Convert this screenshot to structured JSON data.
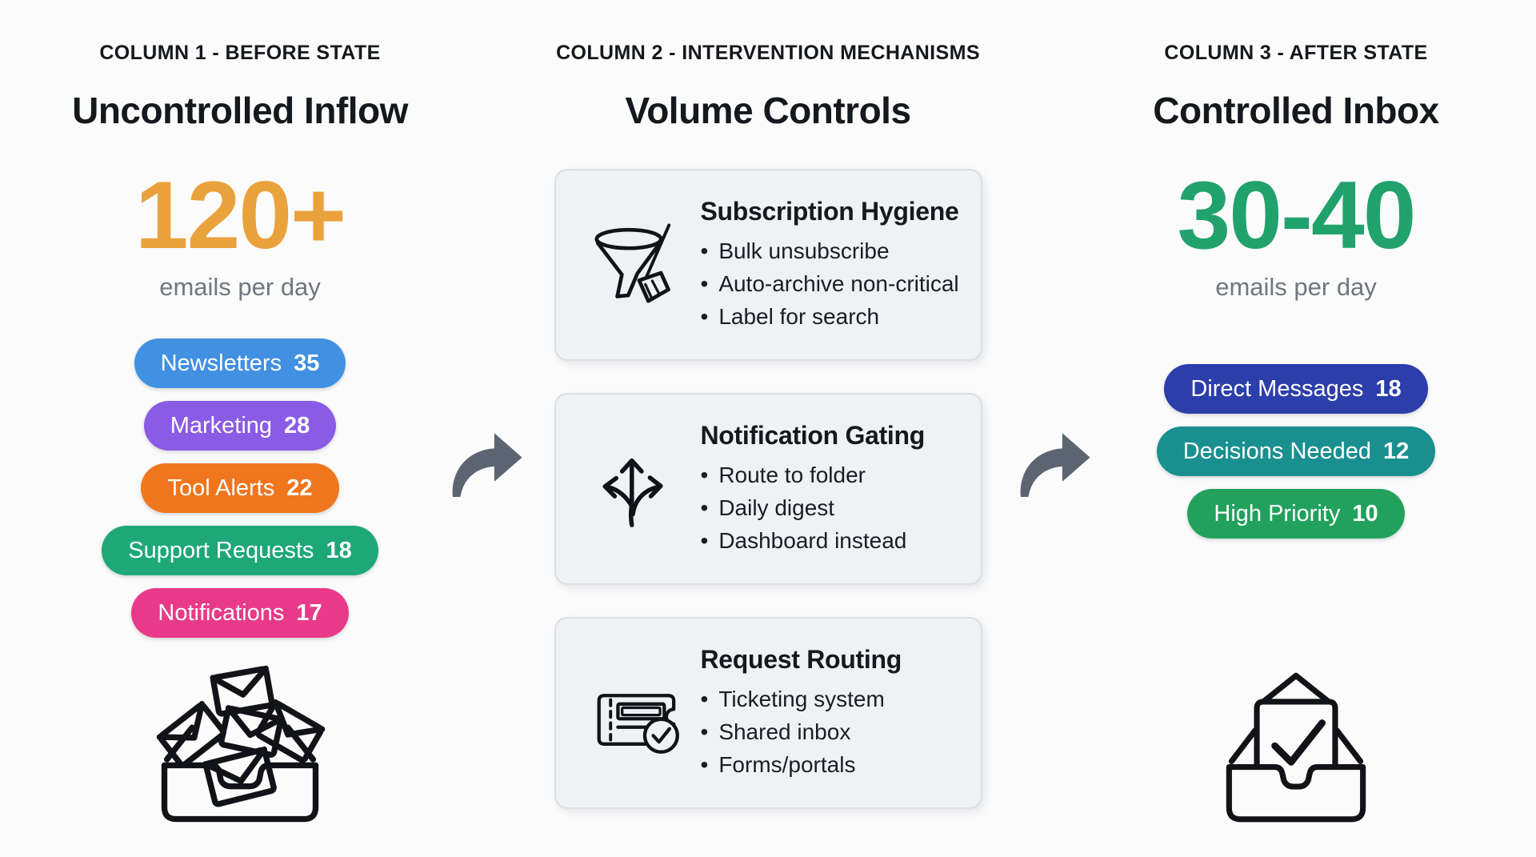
{
  "page": {
    "background": "#FBFBFB",
    "text_color": "#15181D",
    "muted_text_color": "#71767F"
  },
  "columns": {
    "before": {
      "label": "COLUMN 1 - BEFORE STATE",
      "title": "Uncontrolled Inflow",
      "metric": {
        "value": "120+",
        "caption": "emails per day",
        "color": "#E9A23C"
      },
      "badges": [
        {
          "label": "Newsletters",
          "count": "35",
          "color": "#4190E2"
        },
        {
          "label": "Marketing",
          "count": "28",
          "color": "#8A5BE4"
        },
        {
          "label": "Tool Alerts",
          "count": "22",
          "color": "#F0761E"
        },
        {
          "label": "Support Requests",
          "count": "18",
          "color": "#1EA878"
        },
        {
          "label": "Notifications",
          "count": "17",
          "color": "#E83A88"
        }
      ],
      "icon": "overflowing-inbox-icon"
    },
    "interventions": {
      "label": "COLUMN 2 - INTERVENTION MECHANISMS",
      "title": "Volume Controls",
      "cards": [
        {
          "icon": "funnel-broom-icon",
          "title": "Subscription Hygiene",
          "bullets": [
            "Bulk unsubscribe",
            "Auto-archive non-critical",
            "Label for search"
          ]
        },
        {
          "icon": "branching-arrows-icon",
          "title": "Notification Gating",
          "bullets": [
            "Route to folder",
            "Daily digest",
            "Dashboard instead"
          ]
        },
        {
          "icon": "ticket-check-icon",
          "title": "Request Routing",
          "bullets": [
            "Ticketing system",
            "Shared inbox",
            "Forms/portals"
          ]
        }
      ],
      "card_background": "#EFF1F5",
      "card_border": "#DCDFE6"
    },
    "after": {
      "label": "COLUMN 3 - AFTER STATE",
      "title": "Controlled Inbox",
      "metric": {
        "value": "30-40",
        "caption": "emails per day",
        "color": "#21A26C"
      },
      "badges": [
        {
          "label": "Direct Messages",
          "count": "18",
          "color": "#2C3EA9"
        },
        {
          "label": "Decisions Needed",
          "count": "12",
          "color": "#19908F"
        },
        {
          "label": "High Priority",
          "count": "10",
          "color": "#22A15D"
        }
      ],
      "icon": "inbox-check-icon"
    }
  },
  "arrows": {
    "icon": "curved-flow-arrow-icon",
    "color": "#5C6571"
  }
}
